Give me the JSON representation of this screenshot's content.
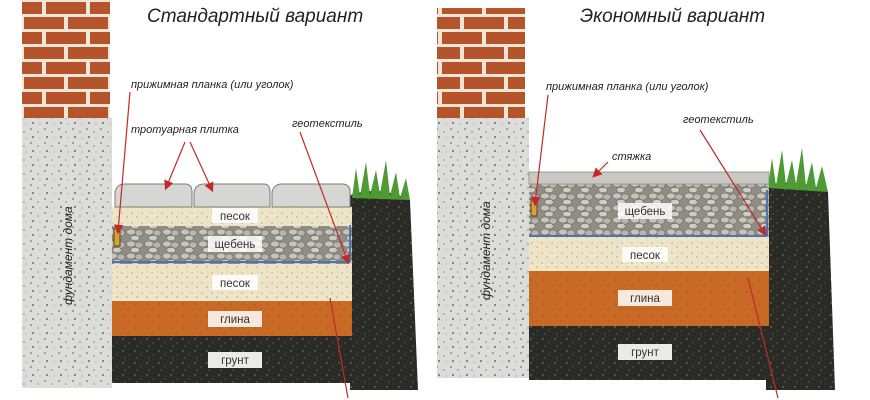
{
  "left": {
    "title": "Стандартный вариант",
    "foundation": "фундамент дома",
    "labels": {
      "clamp": "прижимная планка (или уголок)",
      "tiles": "тротуарная плитка",
      "geotextile": "геотекстиль"
    },
    "layers": {
      "sand_top": "песок",
      "gravel": "щебень",
      "sand_bottom": "песок",
      "clay": "глина",
      "soil": "грунт"
    }
  },
  "right": {
    "title": "Экономный вариант",
    "foundation": "фундамент дома",
    "labels": {
      "clamp": "прижимная планка (или уголок)",
      "geotextile": "геотекстиль",
      "screed": "стяжка"
    },
    "layers": {
      "gravel": "щебень",
      "sand": "песок",
      "clay": "глина",
      "soil": "грунт"
    }
  },
  "colors": {
    "brick": "#b5532a",
    "mortar": "#efe6d8",
    "foundation": "#d9d9d6",
    "sand": "#eee4c8",
    "gravel": "#b9b7ad",
    "clay": "#c86a25",
    "soil": "#2a2a26",
    "grass": "#4e9b35",
    "geotextile": "#4a76b0",
    "arrow": "#c22a2a"
  }
}
